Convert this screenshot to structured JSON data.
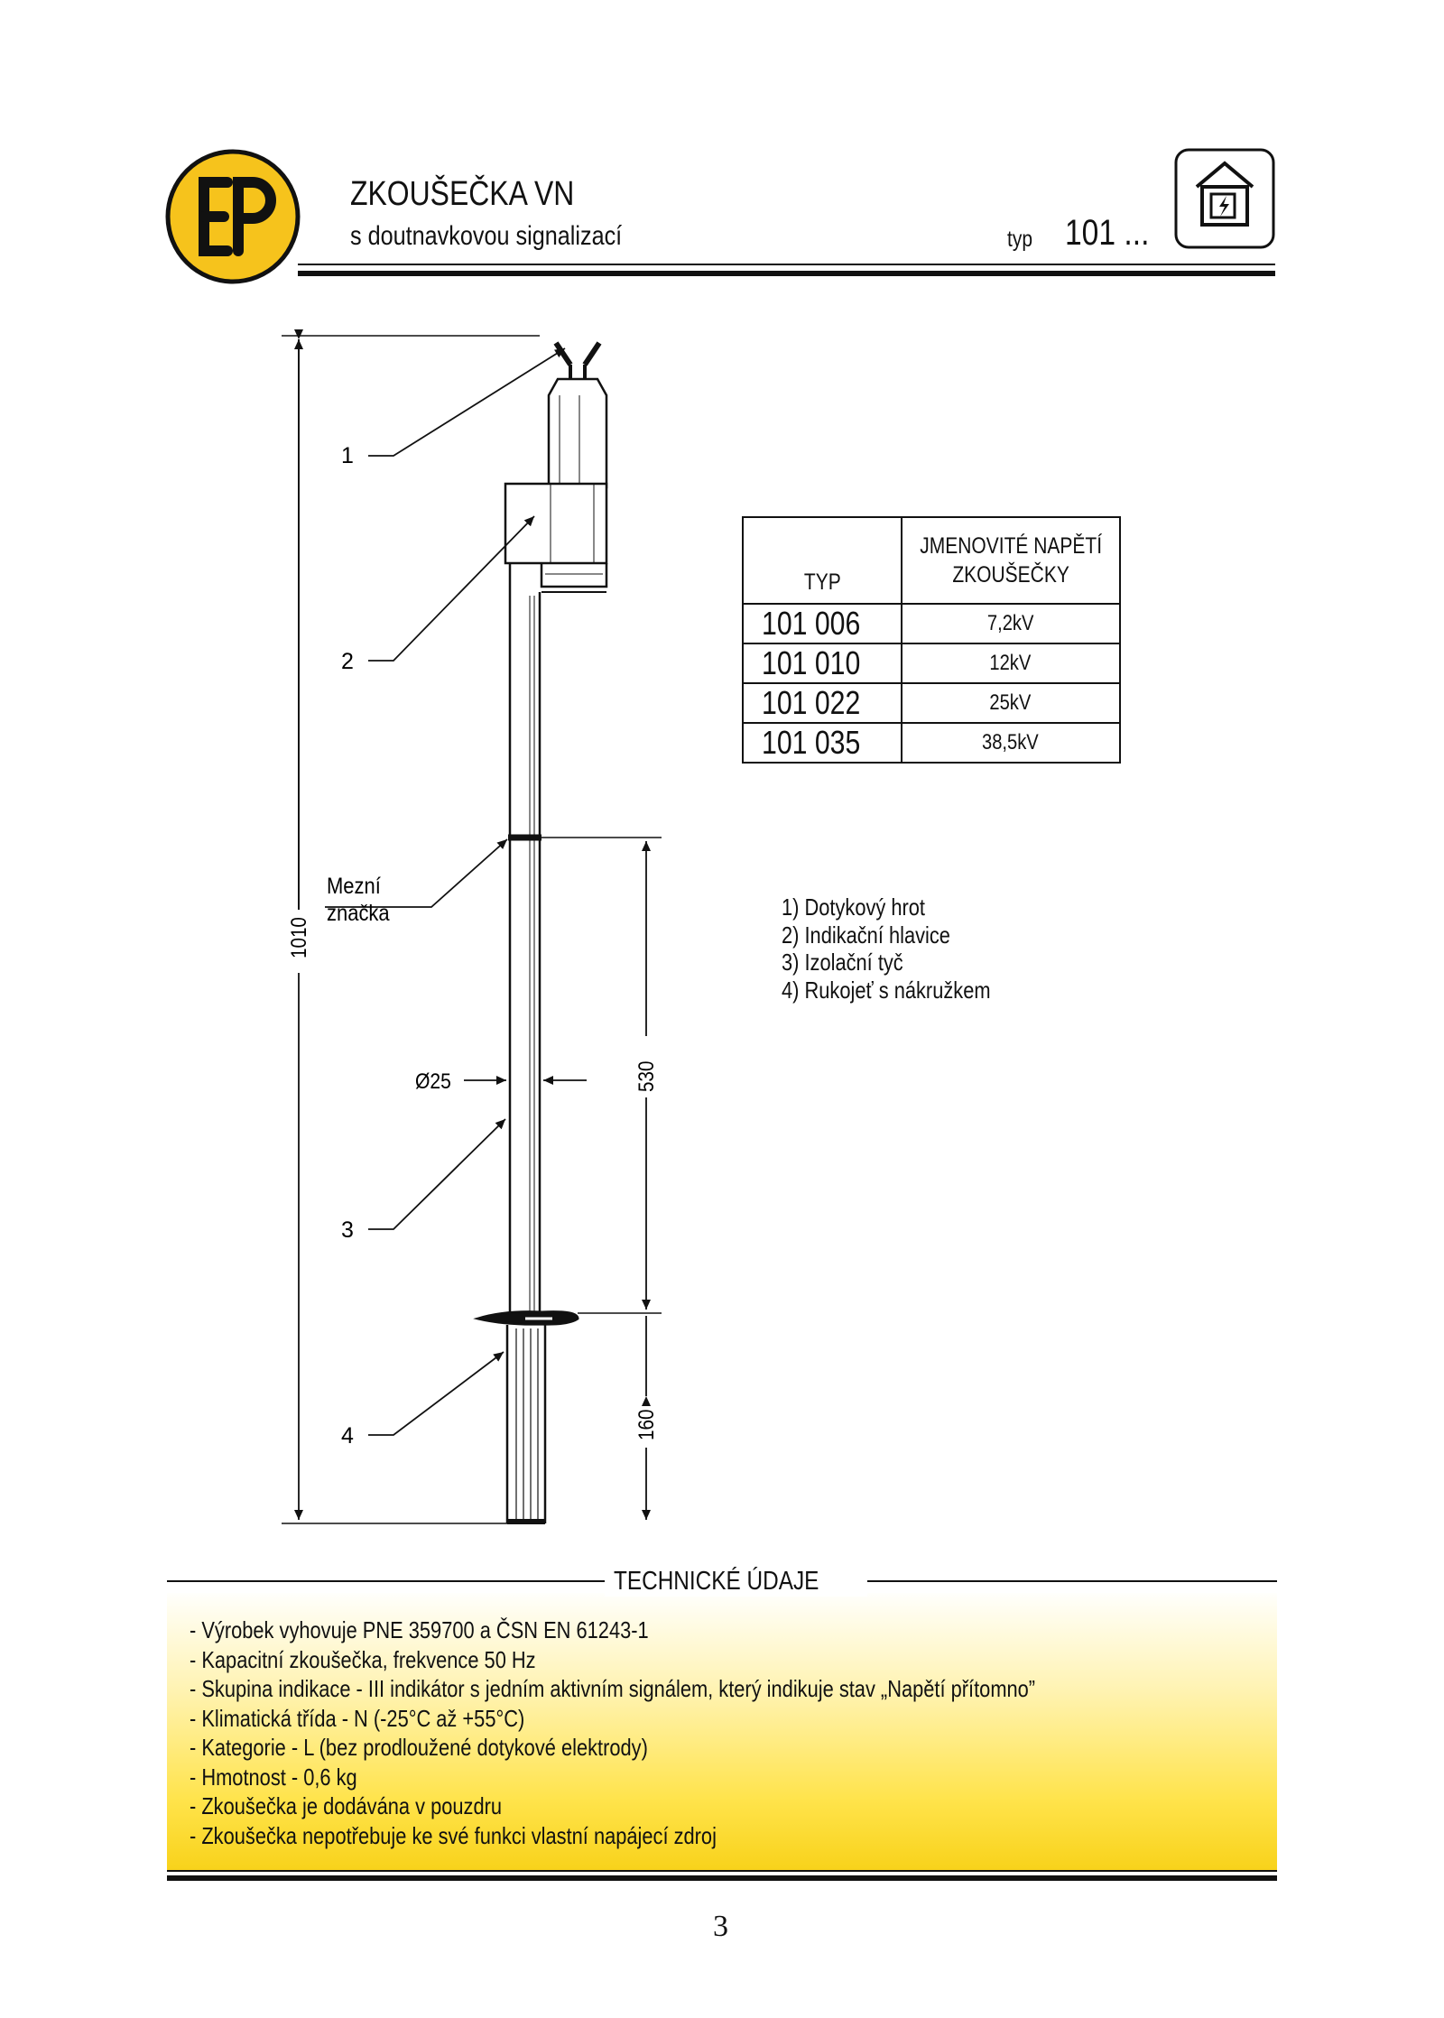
{
  "header": {
    "logo_text": "EP",
    "title": "ZKOUŠEČKA VN",
    "subtitle": "s doutnavkovou signalizací",
    "typ_label": "typ",
    "typ_value": "101 ..."
  },
  "drawing": {
    "callouts": [
      "1",
      "2",
      "3",
      "4"
    ],
    "limit_mark_label": [
      "Mezní",
      "značka"
    ],
    "dim_total": "1010",
    "dim_insulation": "530",
    "dim_handle": "160",
    "diameter": "Ø25"
  },
  "table": {
    "col_type": "TYP",
    "col_voltage": [
      "JMENOVITÉ NAPĚTÍ",
      "ZKOUŠEČKY"
    ],
    "rows": [
      {
        "type": "101 006",
        "voltage": "7,2kV"
      },
      {
        "type": "101 010",
        "voltage": "12kV"
      },
      {
        "type": "101 022",
        "voltage": "25kV"
      },
      {
        "type": "101 035",
        "voltage": "38,5kV"
      }
    ]
  },
  "legend": [
    "1) Dotykový hrot",
    "2) Indikační hlavice",
    "3) Izolační tyč",
    "4) Rukojeť s nákružkem"
  ],
  "technical": {
    "title": "TECHNICKÉ ÚDAJE",
    "items": [
      "- Výrobek vyhovuje PNE 359700 a ČSN EN 61243-1",
      "- Kapacitní zkoušečka, frekvence 50 Hz",
      "- Skupina indikace - III indikátor s jedním aktivním signálem, který indikuje stav „Napětí přítomno”",
      "- Klimatická třída - N (-25°C až +55°C)",
      "- Kategorie - L (bez prodloužené dotykové elektrody)",
      "- Hmotnost - 0,6 kg",
      "- Zkoušečka je dodávána v pouzdru",
      "- Zkoušečka nepotřebuje ke své funkci vlastní napájecí zdroj"
    ]
  },
  "page_number": "3",
  "colors": {
    "logo_yellow": "#f6c31c",
    "box_yellow": "#ffe34a",
    "ink": "#111111"
  },
  "icons": {
    "indoor_icon": "house-lightning-icon"
  }
}
